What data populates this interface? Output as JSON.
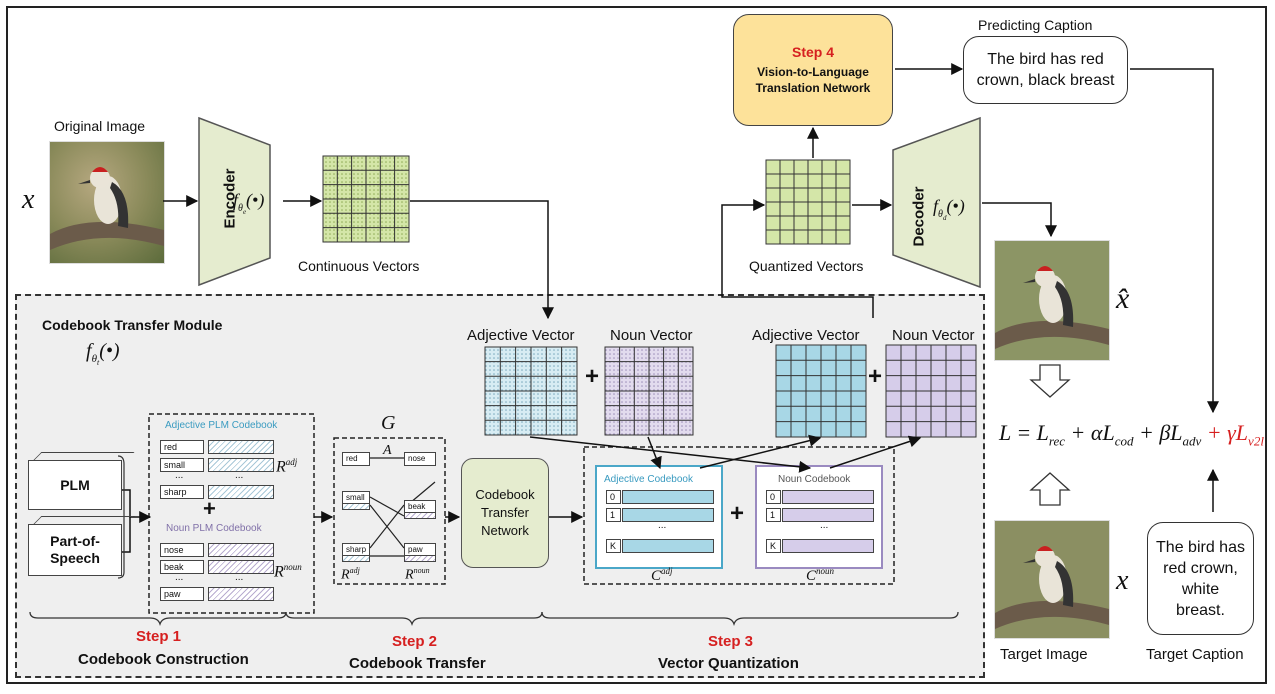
{
  "labels": {
    "original_image": "Original Image",
    "x": "x",
    "encoder": "Encoder",
    "continuous_vectors": "Continuous Vectors",
    "quantized_vectors": "Quantized Vectors",
    "decoder": "Decoder",
    "predicting_caption": "Predicting Caption",
    "predicted_caption": "The bird has red crown, black breast",
    "step4_num": "Step 4",
    "step4_name": "Vision-to-Language Translation Network",
    "x_hat": "x̂",
    "target_image": "Target Image",
    "target_caption_label": "Target Caption",
    "target_caption": "The bird has red crown, white breast.",
    "module_title": "Codebook Transfer Module",
    "adjective_vector": "Adjective Vector",
    "noun_vector": "Noun Vector",
    "plm": "PLM",
    "pos": "Part-of-Speech",
    "adj_plm_codebook": "Adjective PLM Codebook",
    "noun_plm_codebook": "Noun PLM Codebook",
    "adj_words": [
      "red",
      "small",
      "sharp"
    ],
    "noun_words": [
      "nose",
      "beak",
      "paw"
    ],
    "graph_symbol": "G",
    "graph_A": "A",
    "ctn": "Codebook Transfer Network",
    "adj_codebook": "Adjective Codebook",
    "noun_codebook": "Noun Codebook",
    "rows": [
      "0",
      "1",
      "K"
    ],
    "ellipsis": "...",
    "step1_num": "Step 1",
    "step1_name": "Codebook Construction",
    "step2_num": "Step 2",
    "step2_name": "Codebook Transfer",
    "step3_num": "Step 3",
    "step3_name": "Vector Quantization",
    "loss_eq": "L = L",
    "loss_rec": "rec",
    "loss_plus_alpha": " + αL",
    "loss_cod": "cod",
    "loss_plus_beta": " + βL",
    "loss_adv": "adv",
    "loss_plus_gamma": " + γL",
    "loss_v2l": "v2l",
    "plus": "+"
  },
  "colors": {
    "step_red": "#d62020",
    "step4_fill": "#fde29a",
    "encoder_fill": "#e5eccf",
    "continuous_grid": "#d4e6a8",
    "adjective_grid": "#cfe8f0",
    "adjective_solid": "#a8d7e6",
    "noun_grid": "#dcd4ea",
    "noun_solid": "#d6cdea",
    "module_bg": "#efefef"
  }
}
